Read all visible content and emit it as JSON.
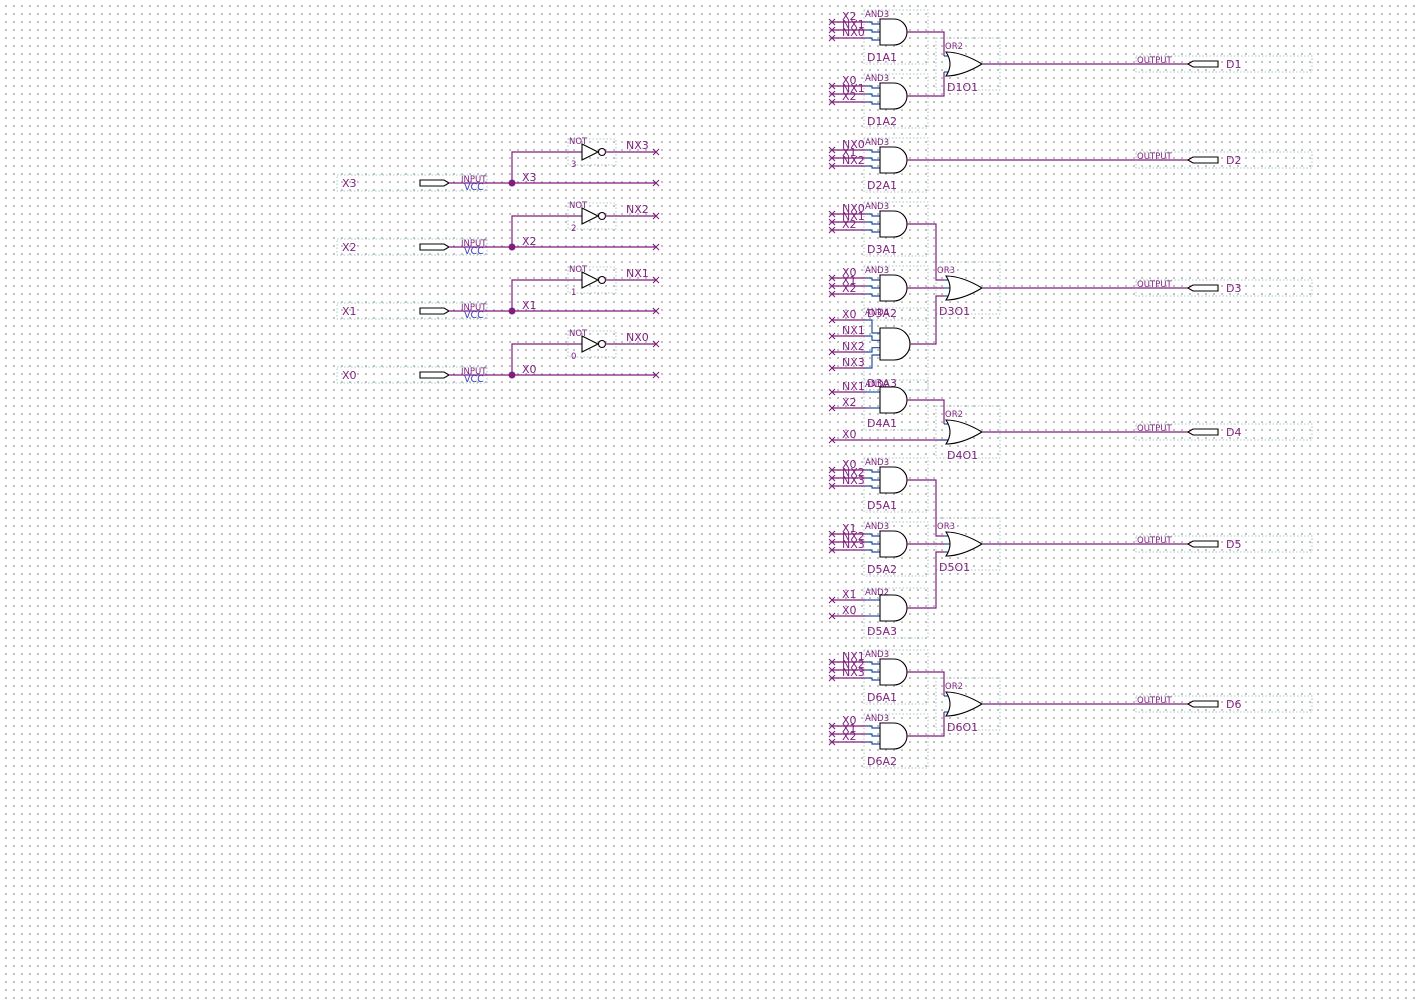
{
  "colors": {
    "wire": "#7f1f7f",
    "pin": "#1f4f9f",
    "vcc_text": "#3f3fbf",
    "frame": "#8fbfbf",
    "gate_outline": "#000000",
    "grid_dot": "#9a9a9a",
    "background": "#ffffff"
  },
  "inputs": [
    {
      "name": "X3",
      "type_label": "INPUT",
      "default_label": "VCC",
      "net": "X3",
      "not_type": "NOT",
      "not_instance": "3",
      "not_output": "NX3"
    },
    {
      "name": "X2",
      "type_label": "INPUT",
      "default_label": "VCC",
      "net": "X2",
      "not_type": "NOT",
      "not_instance": "2",
      "not_output": "NX2"
    },
    {
      "name": "X1",
      "type_label": "INPUT",
      "default_label": "VCC",
      "net": "X1",
      "not_type": "NOT",
      "not_instance": "1",
      "not_output": "NX1"
    },
    {
      "name": "X0",
      "type_label": "INPUT",
      "default_label": "VCC",
      "net": "X0",
      "not_type": "NOT",
      "not_instance": "0",
      "not_output": "NX0"
    }
  ],
  "and_gates": [
    {
      "type": "AND3",
      "name": "D1A1",
      "inputs": [
        "X2",
        "NX1",
        "NX0"
      ]
    },
    {
      "type": "AND3",
      "name": "D1A2",
      "inputs": [
        "X0",
        "NX1",
        "X2"
      ]
    },
    {
      "type": "AND3",
      "name": "D2A1",
      "inputs": [
        "NX0",
        "X1",
        "NX2"
      ]
    },
    {
      "type": "AND3",
      "name": "D3A1",
      "inputs": [
        "NX0",
        "NX1",
        "X2"
      ]
    },
    {
      "type": "AND3",
      "name": "D3A2",
      "inputs": [
        "X0",
        "X1",
        "X2"
      ]
    },
    {
      "type": "AND4",
      "name": "D3A3",
      "inputs": [
        "X0",
        "NX1",
        "NX2",
        "NX3"
      ]
    },
    {
      "type": "AND2",
      "name": "D4A1",
      "inputs": [
        "NX1",
        "X2"
      ]
    },
    {
      "type": "AND3",
      "name": "D5A1",
      "inputs": [
        "X0",
        "NX2",
        "NX3"
      ]
    },
    {
      "type": "AND3",
      "name": "D5A2",
      "inputs": [
        "X1",
        "NX2",
        "NX3"
      ]
    },
    {
      "type": "AND2",
      "name": "D5A3",
      "inputs": [
        "X1",
        "X0"
      ]
    },
    {
      "type": "AND3",
      "name": "D6A1",
      "inputs": [
        "NX1",
        "NX2",
        "NX3"
      ]
    },
    {
      "type": "AND3",
      "name": "D6A2",
      "inputs": [
        "X0",
        "X1",
        "X2"
      ]
    }
  ],
  "or_gates": [
    {
      "type": "OR2",
      "name": "D1O1"
    },
    {
      "type": "OR3",
      "name": "D3O1"
    },
    {
      "type": "OR2",
      "name": "D4O1"
    },
    {
      "type": "OR3",
      "name": "D5O1"
    },
    {
      "type": "OR2",
      "name": "D6O1"
    }
  ],
  "d4_direct_input": "X0",
  "outputs": [
    {
      "type_label": "OUTPUT",
      "name": "D1"
    },
    {
      "type_label": "OUTPUT",
      "name": "D2"
    },
    {
      "type_label": "OUTPUT",
      "name": "D3"
    },
    {
      "type_label": "OUTPUT",
      "name": "D4"
    },
    {
      "type_label": "OUTPUT",
      "name": "D5"
    },
    {
      "type_label": "OUTPUT",
      "name": "D6"
    }
  ]
}
